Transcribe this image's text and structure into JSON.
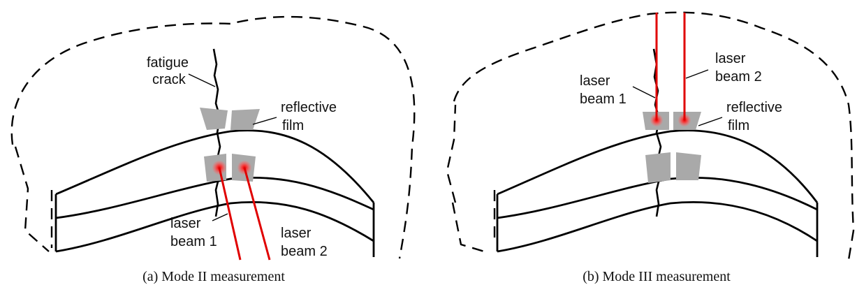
{
  "panels": [
    {
      "caption": "(a) Mode II measurement",
      "labels": {
        "crack": [
          "fatigue",
          "crack"
        ],
        "film": [
          "reflective",
          "film"
        ],
        "beam1": [
          "laser",
          "beam 1"
        ],
        "beam2": [
          "laser",
          "beam 2"
        ]
      }
    },
    {
      "caption": "(b) Mode III measurement",
      "labels": {
        "beam1": [
          "laser",
          "beam 1"
        ],
        "beam2": [
          "laser",
          "beam 2"
        ],
        "film": [
          "reflective",
          "film"
        ]
      }
    }
  ],
  "colors": {
    "laser": "#e00000",
    "film": "#a9a9a9",
    "outline": "#000000"
  }
}
